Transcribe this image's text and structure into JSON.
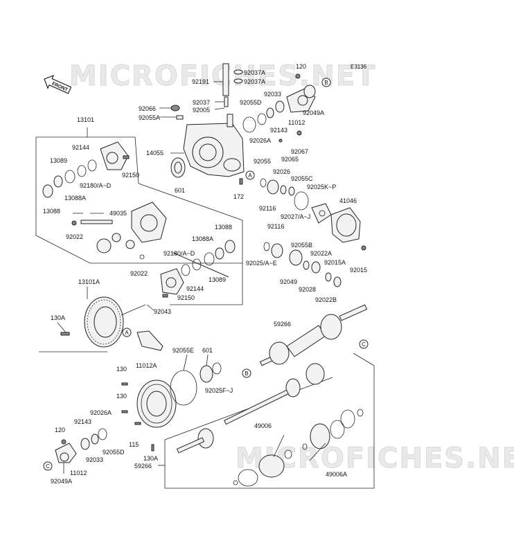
{
  "diagram_code": "E3136",
  "watermark": "MICROFICHES.NET",
  "front_arrow_label": "FRONT",
  "ref_markers": {
    "a": "A",
    "b": "B",
    "c": "C"
  },
  "labels": {
    "l120a": "120",
    "l92037a1": "92037A",
    "l92037a2": "92037A",
    "l92191": "92191",
    "l92033a": "92033",
    "l92055d": "92055D",
    "l92037": "92037",
    "l92005": "92005",
    "l92066": "92066",
    "l92055a": "92055A",
    "l92143a": "92143",
    "l11012a": "11012",
    "l92049aA": "92049A",
    "l92026a": "92026A",
    "l92067": "92067",
    "l92065": "92065",
    "l13101": "13101",
    "l14055": "14055",
    "l92144a": "92144",
    "l13089a": "13089",
    "l92150a": "92150",
    "l92180a": "92180/A~D",
    "l13088a1": "13088A",
    "l13088": "13088",
    "l601a": "601",
    "l172": "172",
    "l92055": "92055",
    "l92026": "92026",
    "l92055c": "92055C",
    "l92025kp": "92025K~P",
    "l41046": "41046",
    "l92116a": "92116",
    "l92027": "92027/A~J",
    "l49035": "49035",
    "l92022a": "92022",
    "l92116b": "92116",
    "l13088b": "13088",
    "l13088a2": "13088A",
    "l92180b": "92180/A~D",
    "l92025ae": "92025/A~E",
    "l92055b": "92055B",
    "l92022aa": "92022A",
    "l92015a": "92015A",
    "l92015": "92015",
    "l92022b": "92022",
    "l92144b": "92144",
    "l13089b": "13089",
    "l92049": "92049",
    "l92028": "92028",
    "l92022bb": "92022B",
    "l92150b": "92150",
    "l13101a": "13101A",
    "l92043": "92043",
    "l130a": "130A",
    "l59266a": "59266",
    "l92055e": "92055E",
    "l601b": "601",
    "l92025fj": "92025F~J",
    "l130": "130",
    "l11012aa": "11012A",
    "l130b": "130",
    "l92026ab": "92026A",
    "l92143b": "92143",
    "l120b": "120",
    "l92055db": "92055D",
    "l115": "115",
    "l92033b": "92033",
    "l130ab": "130A",
    "l49006": "49006",
    "l11012b": "11012",
    "l92049ab": "92049A",
    "l59266b": "59266",
    "l49006a": "49006A"
  }
}
